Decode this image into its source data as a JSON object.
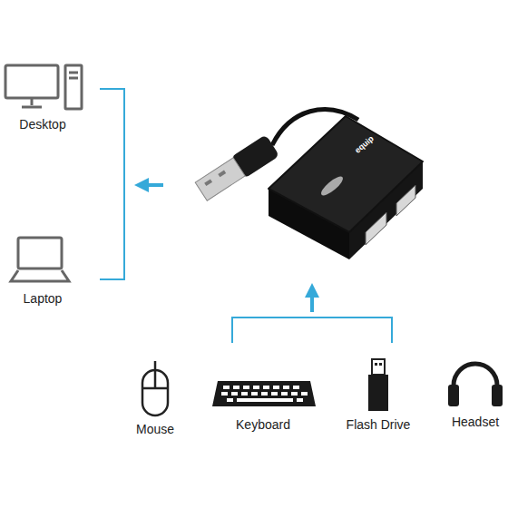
{
  "diagram": {
    "labels": [
      "Desktop",
      "Laptop",
      "equip",
      "Mouse",
      "Keyboard",
      "Flash Drive",
      "Headset"
    ]
  }
}
